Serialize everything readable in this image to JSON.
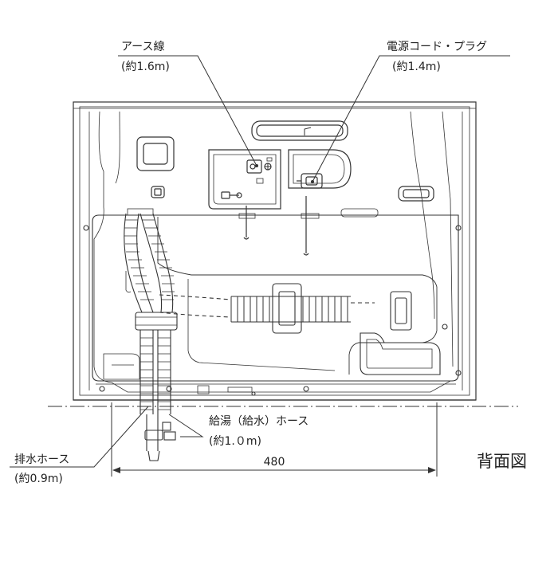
{
  "labels": {
    "earth_wire": "アース線",
    "earth_wire_len": "(約1.6m)",
    "power_cord": "電源コード・プラグ",
    "power_cord_len": "(約1.4m)",
    "hot_water_hose": "給湯（給水）ホース",
    "hot_water_hose_len": "(約1.０m)",
    "drain_hose": "排水ホース",
    "drain_hose_len": "(約0.9m)",
    "width_dimension": "480",
    "view_title": "背面図"
  },
  "colors": {
    "line": "#333333",
    "light_line": "#777777",
    "background": "#ffffff"
  }
}
